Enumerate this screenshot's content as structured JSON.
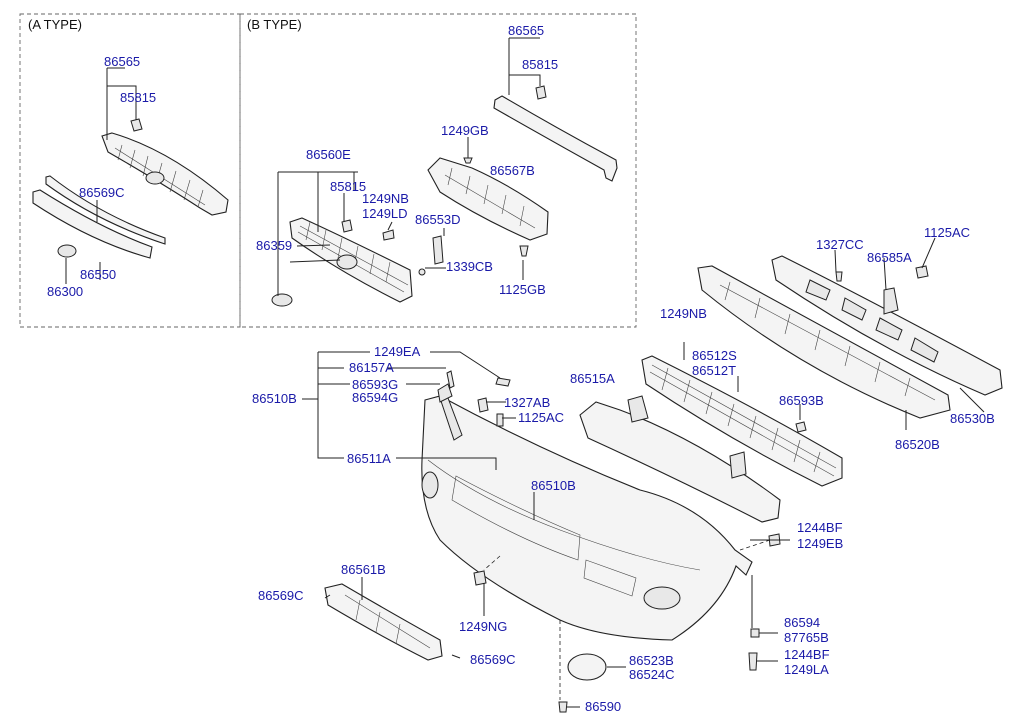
{
  "sections": {
    "a_type": "(A TYPE)",
    "b_type": "(B TYPE)"
  },
  "callouts": {
    "a_86565": "86565",
    "a_85815": "85815",
    "a_86569c": "86569C",
    "a_86550": "86550",
    "a_86300": "86300",
    "b_86565": "86565",
    "b_85815_top": "85815",
    "b_1249gb": "1249GB",
    "b_86567b": "86567B",
    "b_86560e": "86560E",
    "b_85815": "85815",
    "b_1249nb": "1249NB",
    "b_1249ld": "1249LD",
    "b_86553d": "86553D",
    "b_86359": "86359",
    "b_1339cb": "1339CB",
    "b_1125gb": "1125GB",
    "m_1125ac": "1125AC",
    "m_1327cc": "1327CC",
    "m_86585a": "86585A",
    "m_1249nb": "1249NB",
    "m_86512s": "86512S",
    "m_86512t": "86512T",
    "m_86515a": "86515A",
    "m_86593b": "86593B",
    "m_86530b": "86530B",
    "m_86520b": "86520B",
    "m_1249ea": "1249EA",
    "m_86157a": "86157A",
    "m_86593g": "86593G",
    "m_86594g": "86594G",
    "m_86510b_left": "86510B",
    "m_1327ab": "1327AB",
    "m_1125ac_2": "1125AC",
    "m_86511a": "86511A",
    "m_86510b": "86510B",
    "m_1244bf": "1244BF",
    "m_1249eb": "1249EB",
    "m_86561b": "86561B",
    "m_86569c_left": "86569C",
    "m_1249ng": "1249NG",
    "m_86569c_right": "86569C",
    "m_86594": "86594",
    "m_87765b": "87765B",
    "m_86523b": "86523B",
    "m_86524c": "86524C",
    "m_1244bf_2": "1244BF",
    "m_1249la": "1249LA",
    "m_86590": "86590"
  },
  "colors": {
    "callout_text": "#1a1aa8",
    "line": "#222222",
    "frame": "#666666"
  }
}
